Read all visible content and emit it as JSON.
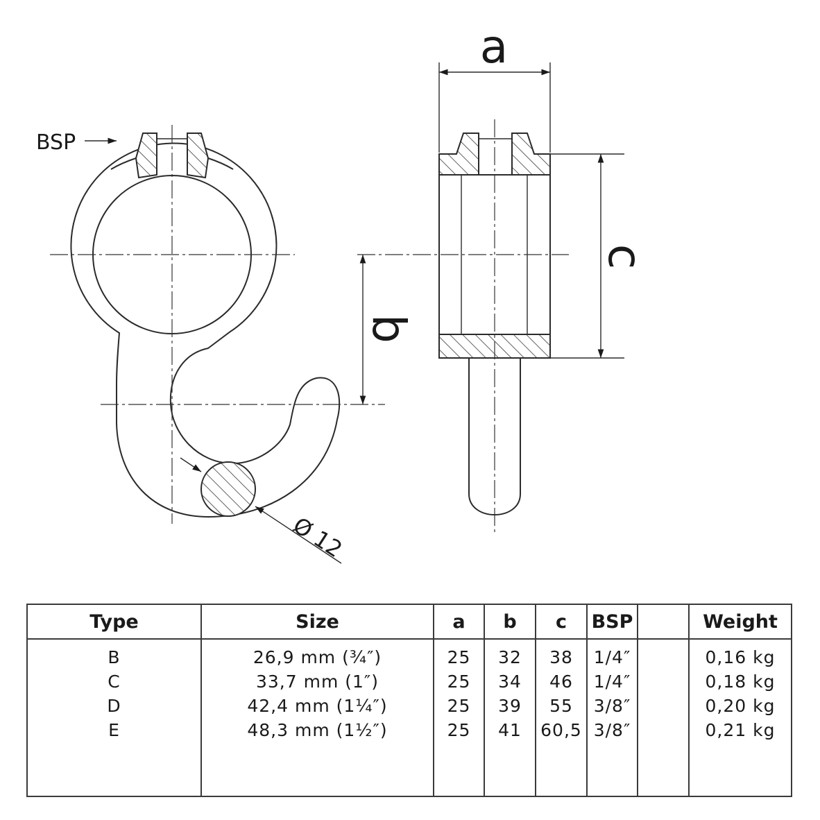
{
  "labels": {
    "bsp": "BSP",
    "dim_a": "a",
    "dim_b": "b",
    "dim_c": "c",
    "diameter": "Ø 12"
  },
  "table": {
    "headers": [
      "Type",
      "Size",
      "a",
      "b",
      "c",
      "BSP",
      "",
      "Weight"
    ],
    "rows": [
      {
        "type": "B",
        "size": "26,9 mm (¾″)",
        "a": "25",
        "b": "32",
        "c": "38",
        "bsp": "1/4″",
        "extra": "",
        "weight": "0,16 kg"
      },
      {
        "type": "C",
        "size": "33,7 mm (1″)",
        "a": "25",
        "b": "34",
        "c": "46",
        "bsp": "1/4″",
        "extra": "",
        "weight": "0,18 kg"
      },
      {
        "type": "D",
        "size": "42,4 mm (1¼″)",
        "a": "25",
        "b": "39",
        "c": "55",
        "bsp": "3/8″",
        "extra": "",
        "weight": "0,20 kg"
      },
      {
        "type": "E",
        "size": "48,3 mm (1½″)",
        "a": "25",
        "b": "41",
        "c": "60,5",
        "bsp": "3/8″",
        "extra": "",
        "weight": "0,21 kg"
      }
    ]
  }
}
